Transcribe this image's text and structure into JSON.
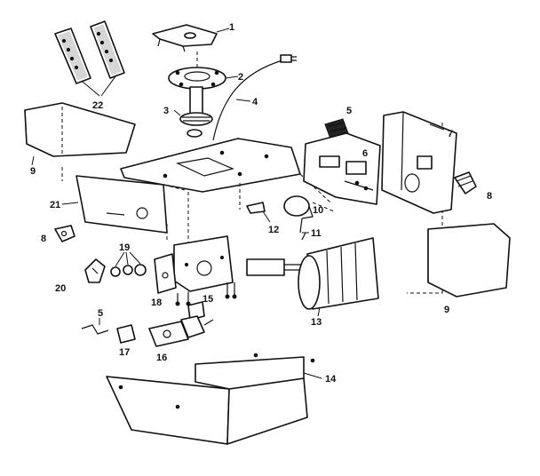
{
  "diagram": {
    "callouts": {
      "p1": "1",
      "p2": "2",
      "p3": "3",
      "p4": "4",
      "p5a": "5",
      "p5b": "5",
      "p6": "6",
      "p7": "7",
      "p8a": "8",
      "p8b": "8",
      "p9a": "9",
      "p9b": "9",
      "p10": "10",
      "p11": "11",
      "p12": "12",
      "p13": "13",
      "p14": "14",
      "p15": "15",
      "p16": "16",
      "p17": "17",
      "p18": "18",
      "p19": "19",
      "p20": "20",
      "p21": "21",
      "p22": "22"
    }
  }
}
